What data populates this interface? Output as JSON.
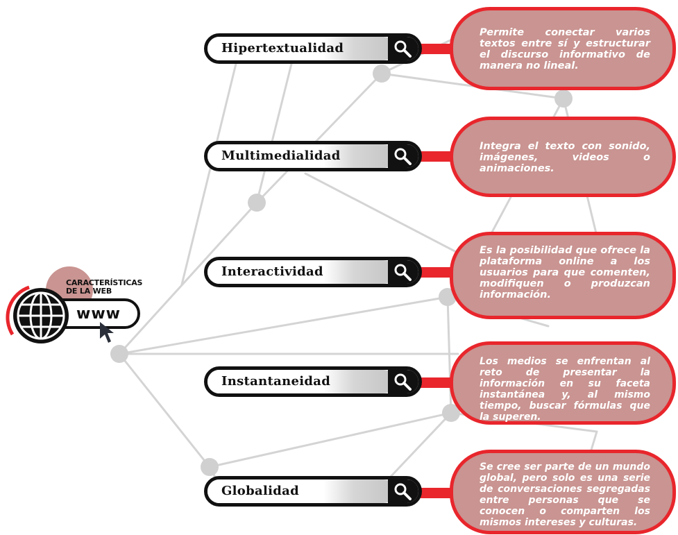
{
  "logo": {
    "title": "CARACTERÍSTICAS DE LA WEB",
    "www": "www",
    "icons": [
      "globe-icon",
      "cursor-icon"
    ]
  },
  "items": [
    {
      "label": "Hipertextualidad",
      "description": "Permite conectar varios textos entre sí y estructurar el discurso informativo de manera no lineal."
    },
    {
      "label": "Multimedialidad",
      "description": "Integra el texto con sonido, imágenes, videos o animaciones."
    },
    {
      "label": "Interactividad",
      "description": "Es la posibilidad que ofrece la plataforma online a los usuarios para que comenten, modifiquen o produzcan información."
    },
    {
      "label": "Instantaneidad",
      "description": "Los medios se enfrentan al reto de presentar la información en su faceta instantánea y, al mismo tiempo, buscar fórmulas que la superen."
    },
    {
      "label": "Globalidad",
      "description": "Se cree ser parte de un mundo global, pero solo es una serie de conversaciones segregadas entre personas que se conocen o comparten los mismos intereses y culturas."
    }
  ],
  "colors": {
    "accent_red": "#e8262c",
    "card_fill": "#c99491",
    "network_gray": "#d6d6d6",
    "bar_black": "#111111"
  }
}
